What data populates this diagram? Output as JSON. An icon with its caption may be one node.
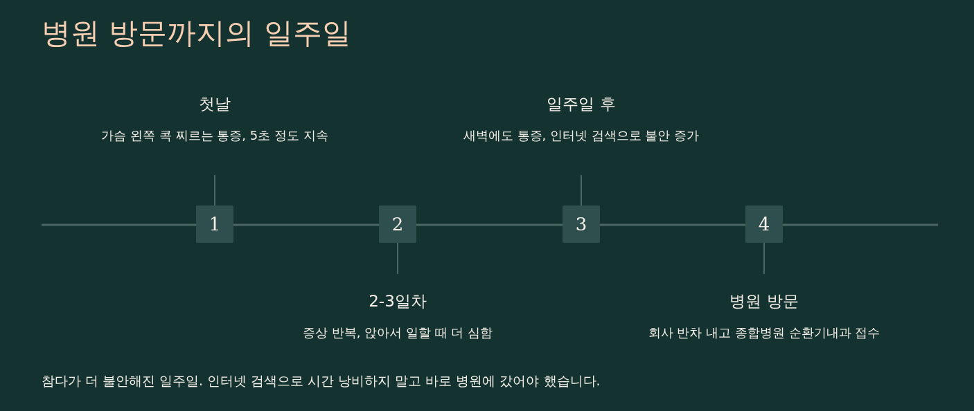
{
  "diagram": {
    "title": "병원 방문까지의 일주일",
    "caption": "참다가 더 불안해진 일주일. 인터넷 검색으로 시간 낭비하지 말고 바로 병원에 갔어야 했습니다.",
    "nodes": [
      {
        "text": [
          "1"
        ]
      },
      {
        "text": [
          "첫날",
          "가슴 왼쪽 콕 찌르는 통증, 5초 정도 지속"
        ]
      },
      {
        "text": [
          "2"
        ]
      },
      {
        "text": [
          "2-3일차",
          "증상 반복, 앉아서 일할 때 더 심함"
        ]
      },
      {
        "text": [
          "3"
        ]
      },
      {
        "text": [
          "일주일 후",
          "새벽에도 통증, 인터넷 검색으로 불안 증가"
        ]
      },
      {
        "text": [
          "4"
        ]
      },
      {
        "text": [
          "병원 방문",
          "회사 반차 내고 종합병원 순환기내과 접수"
        ]
      }
    ],
    "edges": [
      {
        "from": 0,
        "to": 1,
        "arrow": "none"
      },
      {
        "from": 2,
        "to": 3,
        "arrow": "none"
      },
      {
        "from": 4,
        "to": 5,
        "arrow": "none"
      },
      {
        "from": 6,
        "to": 7,
        "arrow": "none"
      }
    ]
  }
}
